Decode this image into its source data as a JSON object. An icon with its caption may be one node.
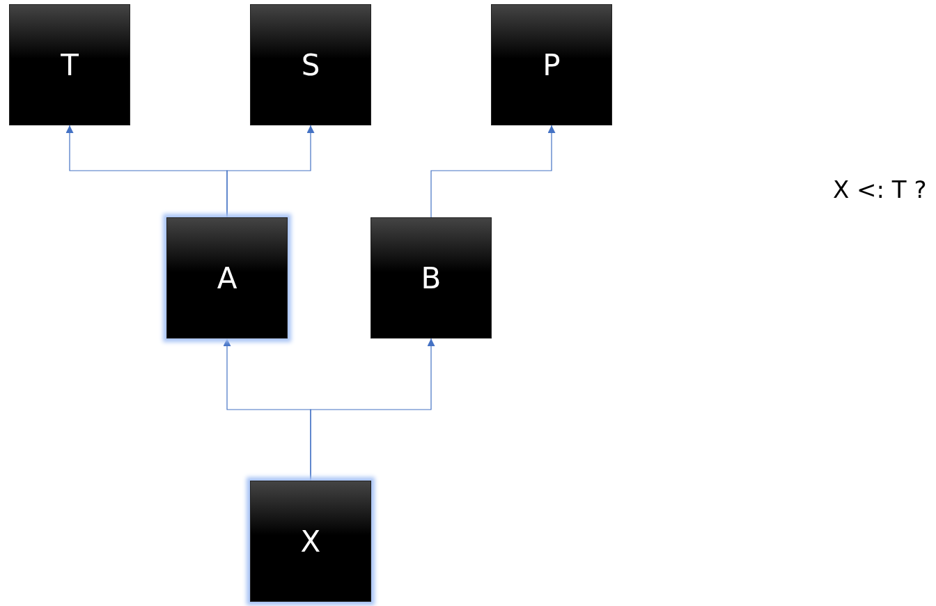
{
  "diagram": {
    "nodes": [
      {
        "text": [
          "T"
        ]
      },
      {
        "text": [
          "S"
        ]
      },
      {
        "text": [
          "P"
        ]
      },
      {
        "text": [
          "A"
        ]
      },
      {
        "text": [
          "B"
        ]
      },
      {
        "text": [
          "X"
        ]
      }
    ],
    "edges": [
      {
        "from": 3,
        "to": 0,
        "arrow": "to"
      },
      {
        "from": 3,
        "to": 1,
        "arrow": "to"
      },
      {
        "from": 4,
        "to": 2,
        "arrow": "to"
      },
      {
        "from": 5,
        "to": 3,
        "arrow": "to"
      },
      {
        "from": 5,
        "to": 4,
        "arrow": "to"
      }
    ],
    "labels": [
      "X <: T ?"
    ]
  }
}
